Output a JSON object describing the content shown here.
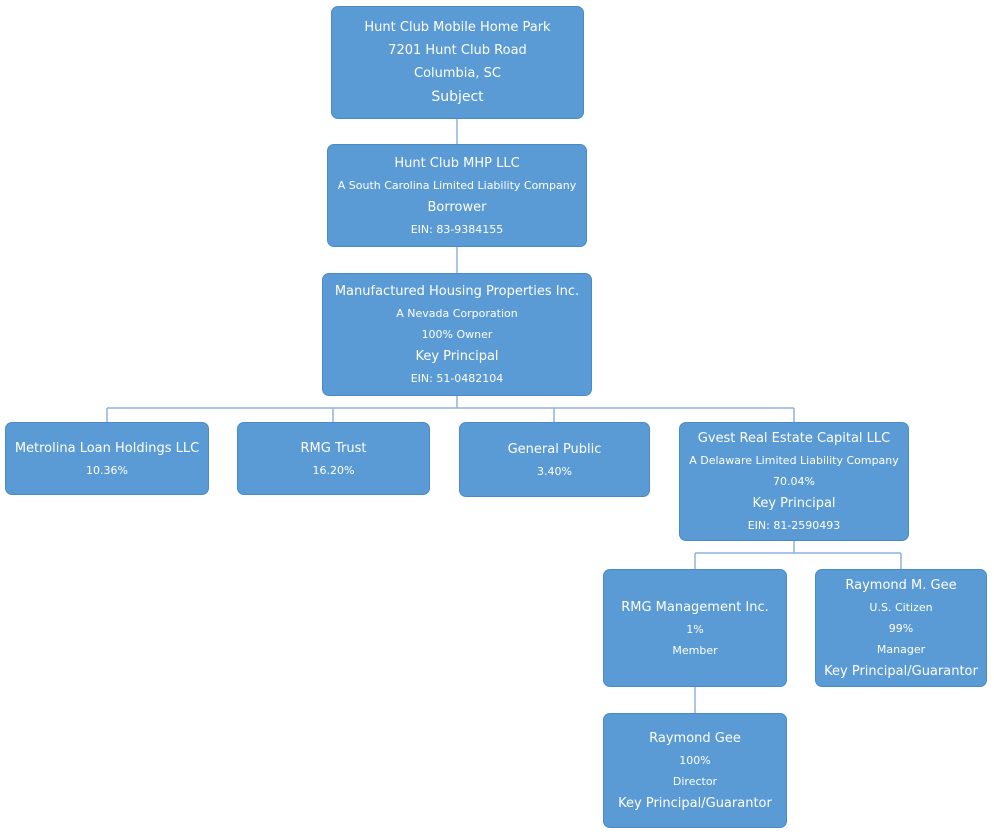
{
  "colors": {
    "box_fill": "#5b9bd5",
    "box_border": "#4a8ac6",
    "connector": "#8db3dd",
    "text": "#ffffff"
  },
  "nodes": {
    "subject": {
      "name": "Hunt Club Mobile Home Park",
      "address": "7201 Hunt Club Road",
      "city": "Columbia, SC",
      "role": "Subject"
    },
    "borrower": {
      "name": "Hunt Club MHP LLC",
      "entity": "A South Carolina Limited Liability Company",
      "role": "Borrower",
      "ein": "EIN: 83-9384155"
    },
    "owner": {
      "name": "Manufactured Housing Properties Inc.",
      "entity": "A Nevada Corporation",
      "ownership": "100% Owner",
      "role": "Key Principal",
      "ein": "EIN: 51-0482104"
    },
    "metrolina": {
      "name": "Metrolina Loan Holdings LLC",
      "pct": "10.36%"
    },
    "rmg_trust": {
      "name": "RMG Trust",
      "pct": "16.20%"
    },
    "general_public": {
      "name": "General Public",
      "pct": "3.40%"
    },
    "gvest": {
      "name": "Gvest Real Estate Capital LLC",
      "entity": "A Delaware Limited Liability Company",
      "pct": "70.04%",
      "role": "Key Principal",
      "ein": "EIN: 81-2590493"
    },
    "rmg_mgmt": {
      "name": "RMG Management Inc.",
      "pct": "1%",
      "role": "Member"
    },
    "raymond_m_gee": {
      "name": "Raymond M. Gee",
      "citizenship": "U.S. Citizen",
      "pct": "99%",
      "title": "Manager",
      "role": "Key Principal/Guarantor"
    },
    "raymond_gee": {
      "name": "Raymond Gee",
      "pct": "100%",
      "title": "Director",
      "role": "Key Principal/Guarantor"
    }
  }
}
